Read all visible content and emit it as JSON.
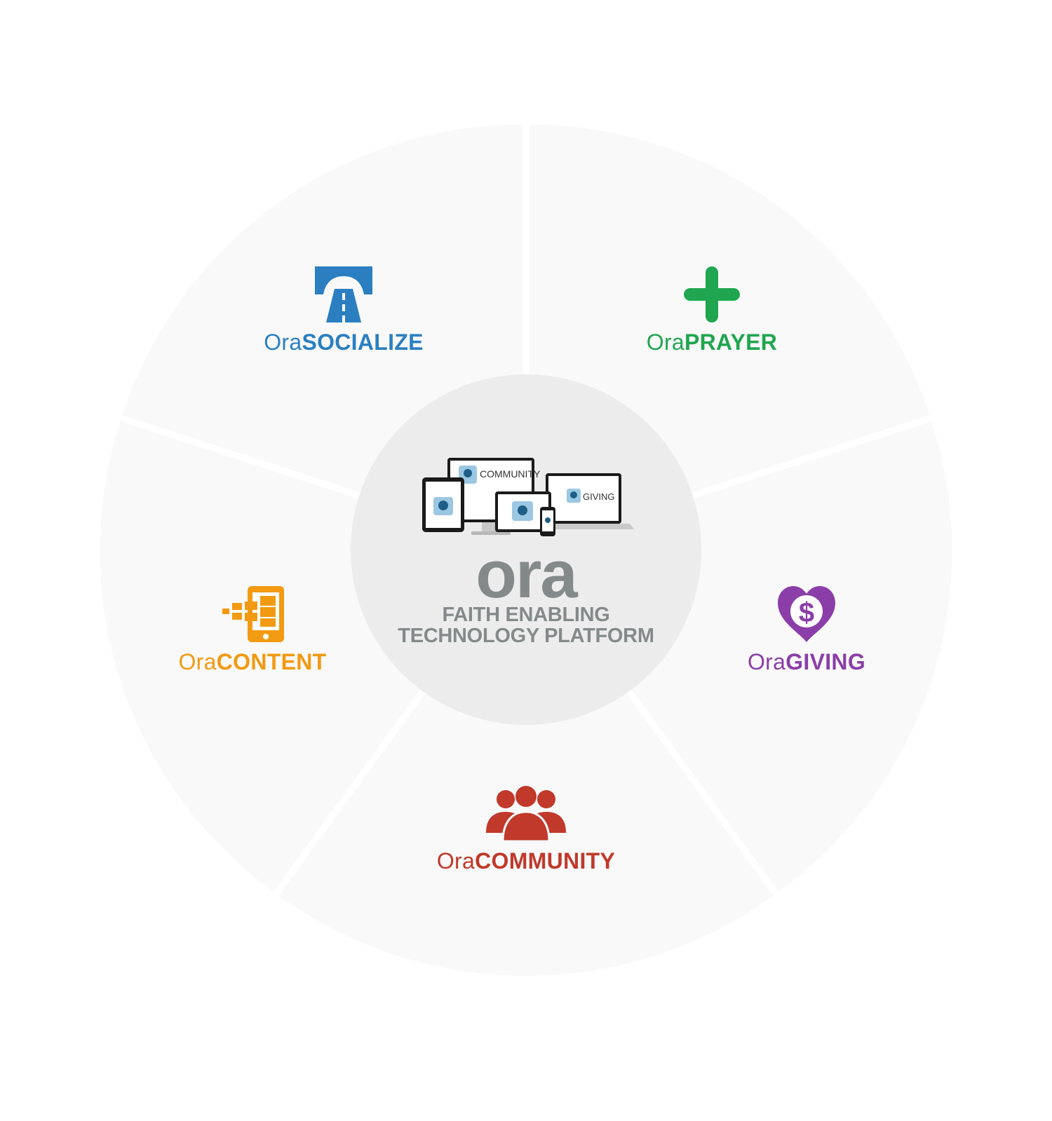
{
  "hub": {
    "brand": "ora",
    "tagline_1": "FAITH ENABLING",
    "tagline_2": "TECHNOLOGY PLATFORM",
    "screen_label_1": "COMMUNITY",
    "screen_label_2": "GIVING",
    "brand_color": "#848a8a"
  },
  "modules": [
    {
      "prefix": "Ora",
      "name": "SOCIALIZE",
      "icon": "road-icon",
      "color": "#2b7fc1"
    },
    {
      "prefix": "Ora",
      "name": "PRAYER",
      "icon": "plus-icon",
      "color": "#20a650"
    },
    {
      "prefix": "Ora",
      "name": "CONTENT",
      "icon": "mobile-content-icon",
      "color": "#f29a12"
    },
    {
      "prefix": "Ora",
      "name": "GIVING",
      "icon": "heart-dollar-icon",
      "color": "#8b3ea8"
    },
    {
      "prefix": "Ora",
      "name": "COMMUNITY",
      "icon": "people-icon",
      "color": "#c0392b"
    }
  ]
}
